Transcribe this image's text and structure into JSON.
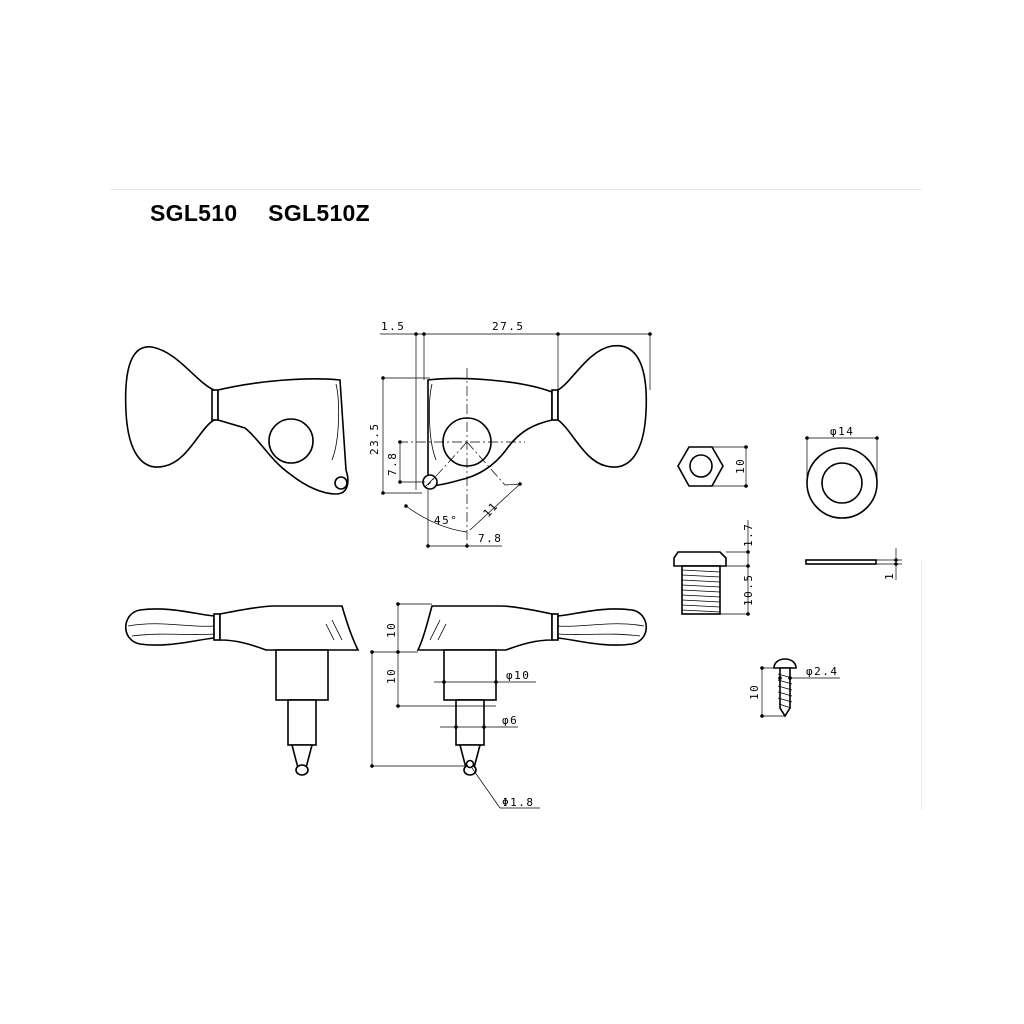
{
  "titles": [
    "SGL510",
    "SGL510Z"
  ],
  "dimensions": {
    "d1_5": "1.5",
    "d27_5": "27.5",
    "d23_5": "23.5",
    "d7_8_v": "7.8",
    "d11": "11",
    "d45": "45°",
    "d7_8_h": "7.8",
    "nut_10": "10",
    "washer_dia": "φ14",
    "bush_1_7": "1.7",
    "bush_10_5": "10.5",
    "washer_thk": "1",
    "side_10_a": "10",
    "side_10_b": "10",
    "post_dia_10": "φ10",
    "post_dia_6": "φ6",
    "hole_dia": "Φ1.8",
    "screw_dia": "φ2.4",
    "screw_len": "10"
  }
}
